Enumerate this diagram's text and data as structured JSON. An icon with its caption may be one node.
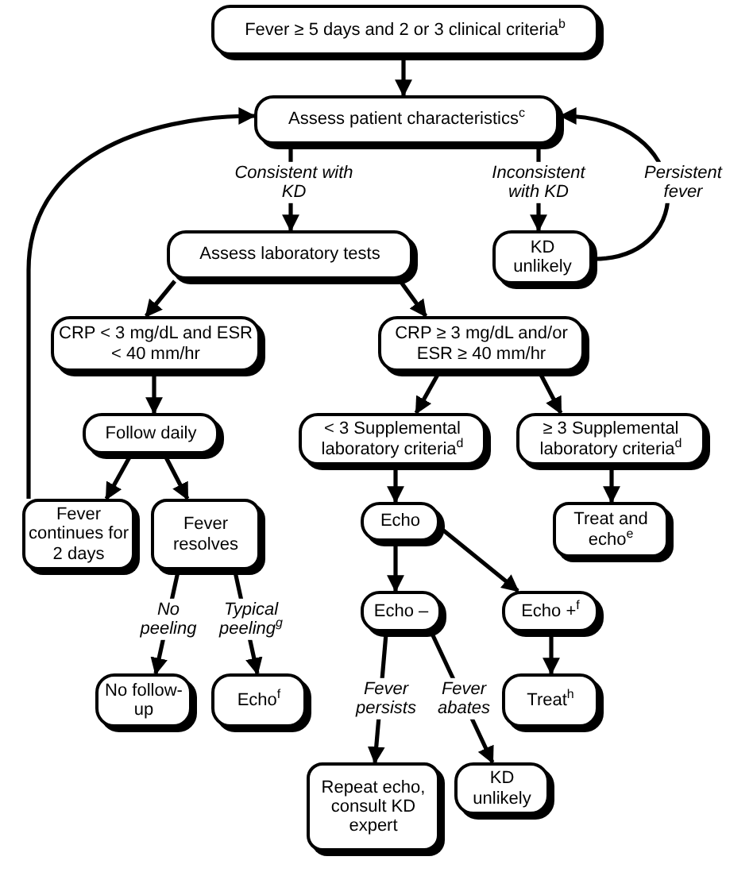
{
  "diagram": {
    "nodes": [
      {
        "text": [
          "Fever ≥ 5 days and 2 or 3 clinical criteria$^{b}$"
        ]
      },
      {
        "text": [
          "Assess patient characteristics$^{c}$"
        ]
      },
      {
        "text": [
          "Assess laboratory tests"
        ]
      },
      {
        "text": [
          "KD unlikely"
        ]
      },
      {
        "text": [
          "CRP < 3 mg/dL and ESR < 40 mm/hr"
        ]
      },
      {
        "text": [
          "CRP ≥ 3 mg/dL and/or ESR ≥ 40 mm/hr"
        ]
      },
      {
        "text": [
          "Follow daily"
        ]
      },
      {
        "text": [
          "< 3 Supplemental laboratory criteria$^{d}$"
        ]
      },
      {
        "text": [
          "≥ 3 Supplemental laboratory criteria$^{d}$"
        ]
      },
      {
        "text": [
          "Fever continues for 2 days"
        ]
      },
      {
        "text": [
          "Fever resolves"
        ]
      },
      {
        "text": [
          "Echo"
        ]
      },
      {
        "text": [
          "Treat and echo$^{e}$"
        ]
      },
      {
        "text": [
          "Echo –"
        ]
      },
      {
        "text": [
          "Echo +$^{f}$"
        ]
      },
      {
        "text": [
          "No follow-up"
        ]
      },
      {
        "text": [
          "Echo$^{f}$"
        ]
      },
      {
        "text": [
          "Treat$^{h}$"
        ]
      },
      {
        "text": [
          "Repeat echo, consult KD expert"
        ]
      },
      {
        "text": [
          "KD unlikely"
        ]
      }
    ],
    "edges": [
      {
        "from": 0,
        "to": 1,
        "arrow": "to"
      },
      {
        "from": 1,
        "to": 2,
        "arrow": "to",
        "label": "Consistent with KD"
      },
      {
        "from": 1,
        "to": 3,
        "arrow": "to",
        "label": "Inconsistent with KD"
      },
      {
        "from": 3,
        "to": 1,
        "arrow": "to",
        "label": "Persistent fever"
      },
      {
        "from": 2,
        "to": 4,
        "arrow": "to"
      },
      {
        "from": 2,
        "to": 5,
        "arrow": "to"
      },
      {
        "from": 4,
        "to": 6,
        "arrow": "to"
      },
      {
        "from": 5,
        "to": 7,
        "arrow": "to"
      },
      {
        "from": 5,
        "to": 8,
        "arrow": "to"
      },
      {
        "from": 6,
        "to": 9,
        "arrow": "to"
      },
      {
        "from": 6,
        "to": 10,
        "arrow": "to"
      },
      {
        "from": 9,
        "to": 1,
        "arrow": "to"
      },
      {
        "from": 7,
        "to": 11,
        "arrow": "to"
      },
      {
        "from": 8,
        "to": 12,
        "arrow": "to"
      },
      {
        "from": 11,
        "to": 13,
        "arrow": "to"
      },
      {
        "from": 11,
        "to": 14,
        "arrow": "to"
      },
      {
        "from": 14,
        "to": 17,
        "arrow": "to"
      },
      {
        "from": 10,
        "to": 15,
        "arrow": "to",
        "label": "No peeling"
      },
      {
        "from": 10,
        "to": 16,
        "arrow": "to",
        "label": "Typical peeling$^{g}$"
      },
      {
        "from": 13,
        "to": 18,
        "arrow": "to",
        "label": "Fever persists"
      },
      {
        "from": 13,
        "to": 19,
        "arrow": "to",
        "label": "Fever abates"
      }
    ]
  }
}
